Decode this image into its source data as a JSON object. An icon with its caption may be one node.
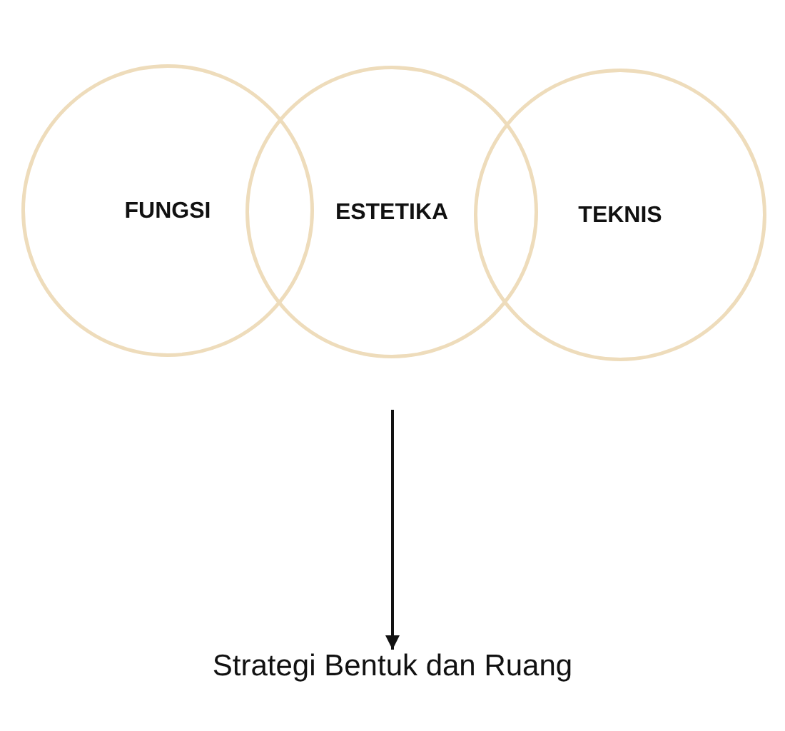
{
  "diagram": {
    "nodes": [
      {
        "text": [
          "FUNGSI"
        ]
      },
      {
        "text": [
          "ESTETIKA"
        ]
      },
      {
        "text": [
          "TEKNIS"
        ]
      },
      {
        "text": [
          "Strategi Bentuk dan Ruang"
        ]
      }
    ],
    "edges": [
      {
        "from": null,
        "to": 3,
        "arrow": "to"
      }
    ]
  }
}
